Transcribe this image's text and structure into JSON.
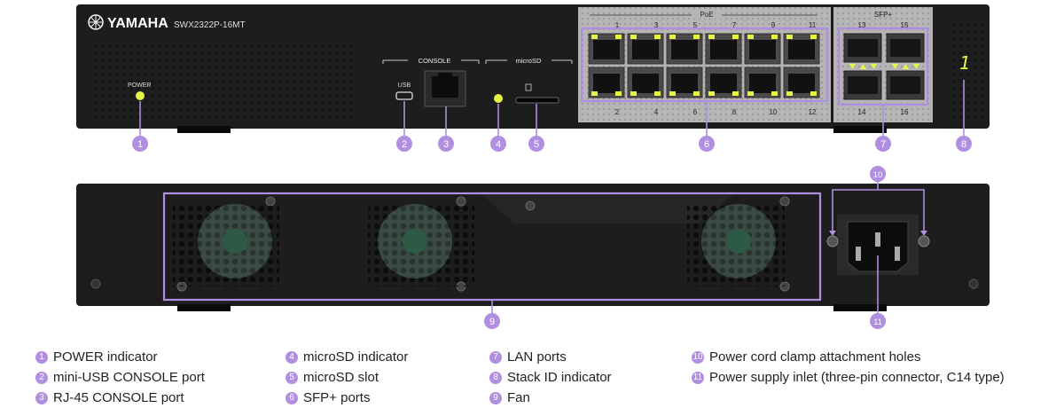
{
  "front": {
    "brand": "YAMAHA",
    "model": "SWX2322P-16MT",
    "power_label": "POWER",
    "console_label": "CONSOLE",
    "usb_label": "USB",
    "microsd_label": "microSD",
    "poe_label": "PoE",
    "sfp_label": "SFP+",
    "port_numbers_top": [
      "1",
      "3",
      "5",
      "7",
      "9",
      "11"
    ],
    "port_numbers_bottom": [
      "2",
      "4",
      "6",
      "8",
      "10",
      "12"
    ],
    "sfp_numbers_top": [
      "13",
      "15"
    ],
    "sfp_numbers_bottom": [
      "14",
      "16"
    ],
    "stack_id": "1"
  },
  "callouts": [
    "1",
    "2",
    "3",
    "4",
    "5",
    "6",
    "7",
    "8",
    "9",
    "10",
    "11"
  ],
  "legend": [
    {
      "num": "1",
      "text": "POWER indicator"
    },
    {
      "num": "2",
      "text": "mini-USB CONSOLE port"
    },
    {
      "num": "3",
      "text": "RJ-45 CONSOLE port"
    },
    {
      "num": "4",
      "text": "microSD indicator"
    },
    {
      "num": "5",
      "text": "microSD slot"
    },
    {
      "num": "6",
      "text": "SFP+ ports"
    },
    {
      "num": "7",
      "text": "LAN ports"
    },
    {
      "num": "8",
      "text": "Stack ID indicator"
    },
    {
      "num": "9",
      "text": "Fan"
    },
    {
      "num": "10",
      "text": "Power cord clamp attachment holes"
    },
    {
      "num": "11",
      "text": "Power supply inlet (three-pin connector, C14 type)"
    }
  ],
  "colors": {
    "accent": "#b08ee0",
    "led": "#e6f542",
    "chassis": "#1c1c1c"
  }
}
